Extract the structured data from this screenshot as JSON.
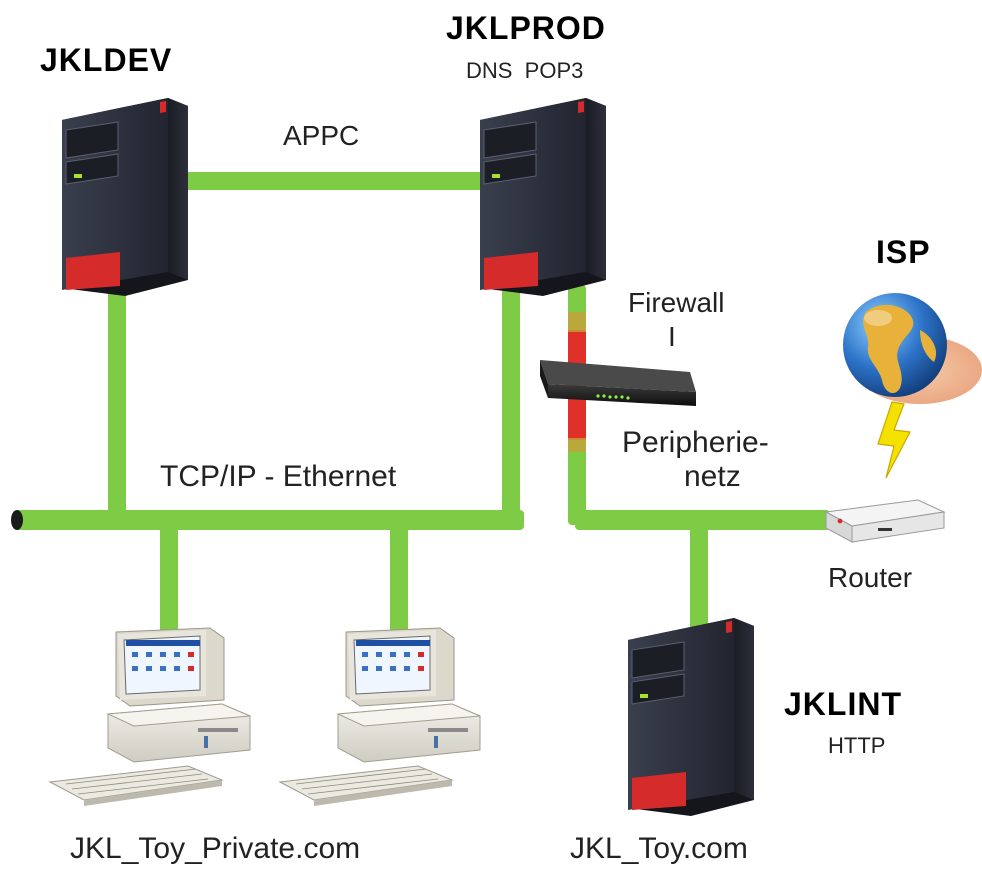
{
  "colors": {
    "link": "#7ecb45",
    "link_shadow": "#5fa830",
    "firewall_segment": "#e0302a",
    "server_body": "#2f3340",
    "server_accent": "#d62b2b",
    "globe_ocean": "#2e74c9",
    "globe_land": "#e8b23a",
    "lightning": "#f5e100"
  },
  "nodes": {
    "jkldev": {
      "name": "JKLDEV",
      "icon": "tower-server-icon"
    },
    "jklprod": {
      "name": "JKLPROD",
      "services": "DNS  POP3",
      "icon": "tower-server-icon"
    },
    "jklint": {
      "name": "JKLINT",
      "services": "HTTP",
      "icon": "tower-server-icon"
    },
    "isp": {
      "name": "ISP",
      "icon": "globe-icon"
    },
    "firewall": {
      "label_line1": "Firewall",
      "label_line2": "I",
      "icon": "firewall-box-icon"
    },
    "perimeter": {
      "label_line1": "Peripherie-",
      "label_line2": "netz"
    },
    "router": {
      "label": "Router",
      "icon": "router-icon"
    },
    "pc_left": {
      "icon": "desktop-pc-icon"
    },
    "pc_right": {
      "icon": "desktop-pc-icon"
    }
  },
  "links": {
    "appc": "APPC",
    "ethernet": "TCP/IP - Ethernet"
  },
  "domains": {
    "private": "JKL_Toy_Private.com",
    "public": "JKL_Toy.com"
  }
}
